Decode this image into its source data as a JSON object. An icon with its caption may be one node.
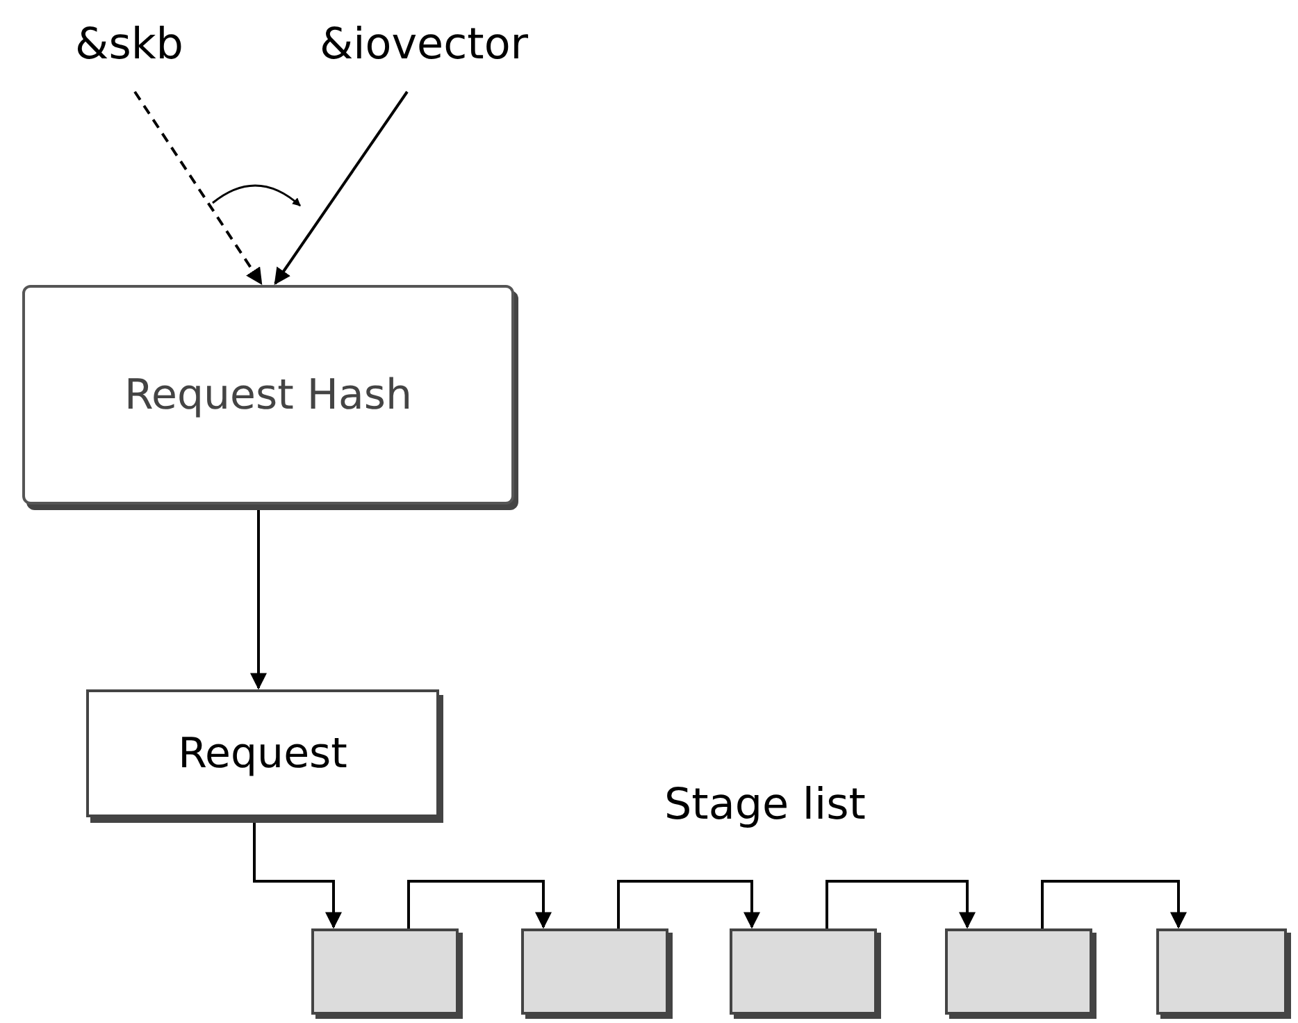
{
  "diagram": {
    "nodes": [
      {
        "text": [
          "&skb"
        ]
      },
      {
        "text": [
          "&iovector"
        ]
      },
      {
        "text": [
          "Request Hash"
        ]
      },
      {
        "text": [
          "Request"
        ]
      },
      {
        "text": [],
        "shape": "box"
      },
      {
        "text": [],
        "shape": "box"
      },
      {
        "text": [],
        "shape": "box"
      },
      {
        "text": [],
        "shape": "box"
      },
      {
        "text": [],
        "shape": "box"
      }
    ],
    "edges": [
      {
        "from": 0,
        "to": 2,
        "arrow": "to",
        "style": "dashed"
      },
      {
        "from": 1,
        "to": 2,
        "arrow": "to"
      },
      {
        "from": 2,
        "to": 3,
        "arrow": "to"
      },
      {
        "from": 3,
        "to": 4,
        "arrow": "to"
      },
      {
        "from": 4,
        "to": 5,
        "arrow": "to"
      },
      {
        "from": 5,
        "to": 6,
        "arrow": "to"
      },
      {
        "from": 6,
        "to": 7,
        "arrow": "to"
      },
      {
        "from": 7,
        "to": 8,
        "arrow": "to"
      }
    ],
    "labels": [
      "Stage list"
    ]
  }
}
